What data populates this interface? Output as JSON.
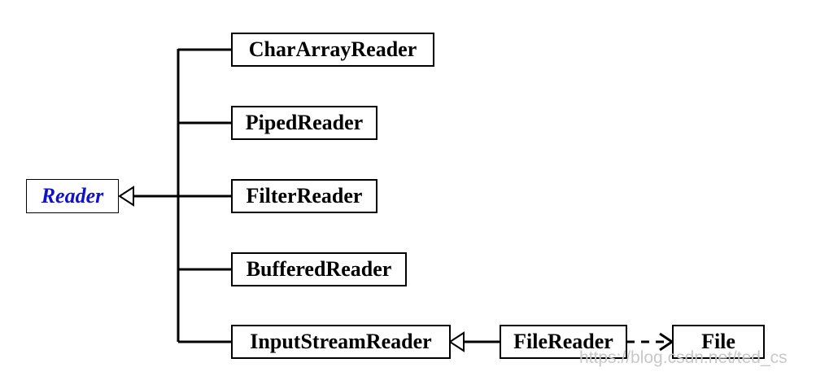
{
  "diagram": {
    "root": {
      "label": "Reader",
      "abstract": true,
      "color": "#1010d0"
    },
    "subclasses": [
      {
        "id": "chararrayreader",
        "label": "CharArrayReader"
      },
      {
        "id": "pipedreader",
        "label": "PipedReader"
      },
      {
        "id": "filterreader",
        "label": "FilterReader"
      },
      {
        "id": "bufferedreader",
        "label": "BufferedReader"
      },
      {
        "id": "inputstreamreader",
        "label": "InputStreamReader"
      }
    ],
    "filereader": {
      "label": "FileReader",
      "extends": "InputStreamReader"
    },
    "file": {
      "label": "File"
    },
    "relations": [
      {
        "from": "CharArrayReader",
        "to": "Reader",
        "type": "inheritance"
      },
      {
        "from": "PipedReader",
        "to": "Reader",
        "type": "inheritance"
      },
      {
        "from": "FilterReader",
        "to": "Reader",
        "type": "inheritance"
      },
      {
        "from": "BufferedReader",
        "to": "Reader",
        "type": "inheritance"
      },
      {
        "from": "InputStreamReader",
        "to": "Reader",
        "type": "inheritance"
      },
      {
        "from": "FileReader",
        "to": "InputStreamReader",
        "type": "inheritance"
      },
      {
        "from": "FileReader",
        "to": "File",
        "type": "dependency"
      }
    ]
  },
  "watermark": "https://blog.csdn.net/ted_cs",
  "colors": {
    "line": "#000000",
    "abstract_text": "#1010d0",
    "watermark": "#c8c8c8"
  }
}
